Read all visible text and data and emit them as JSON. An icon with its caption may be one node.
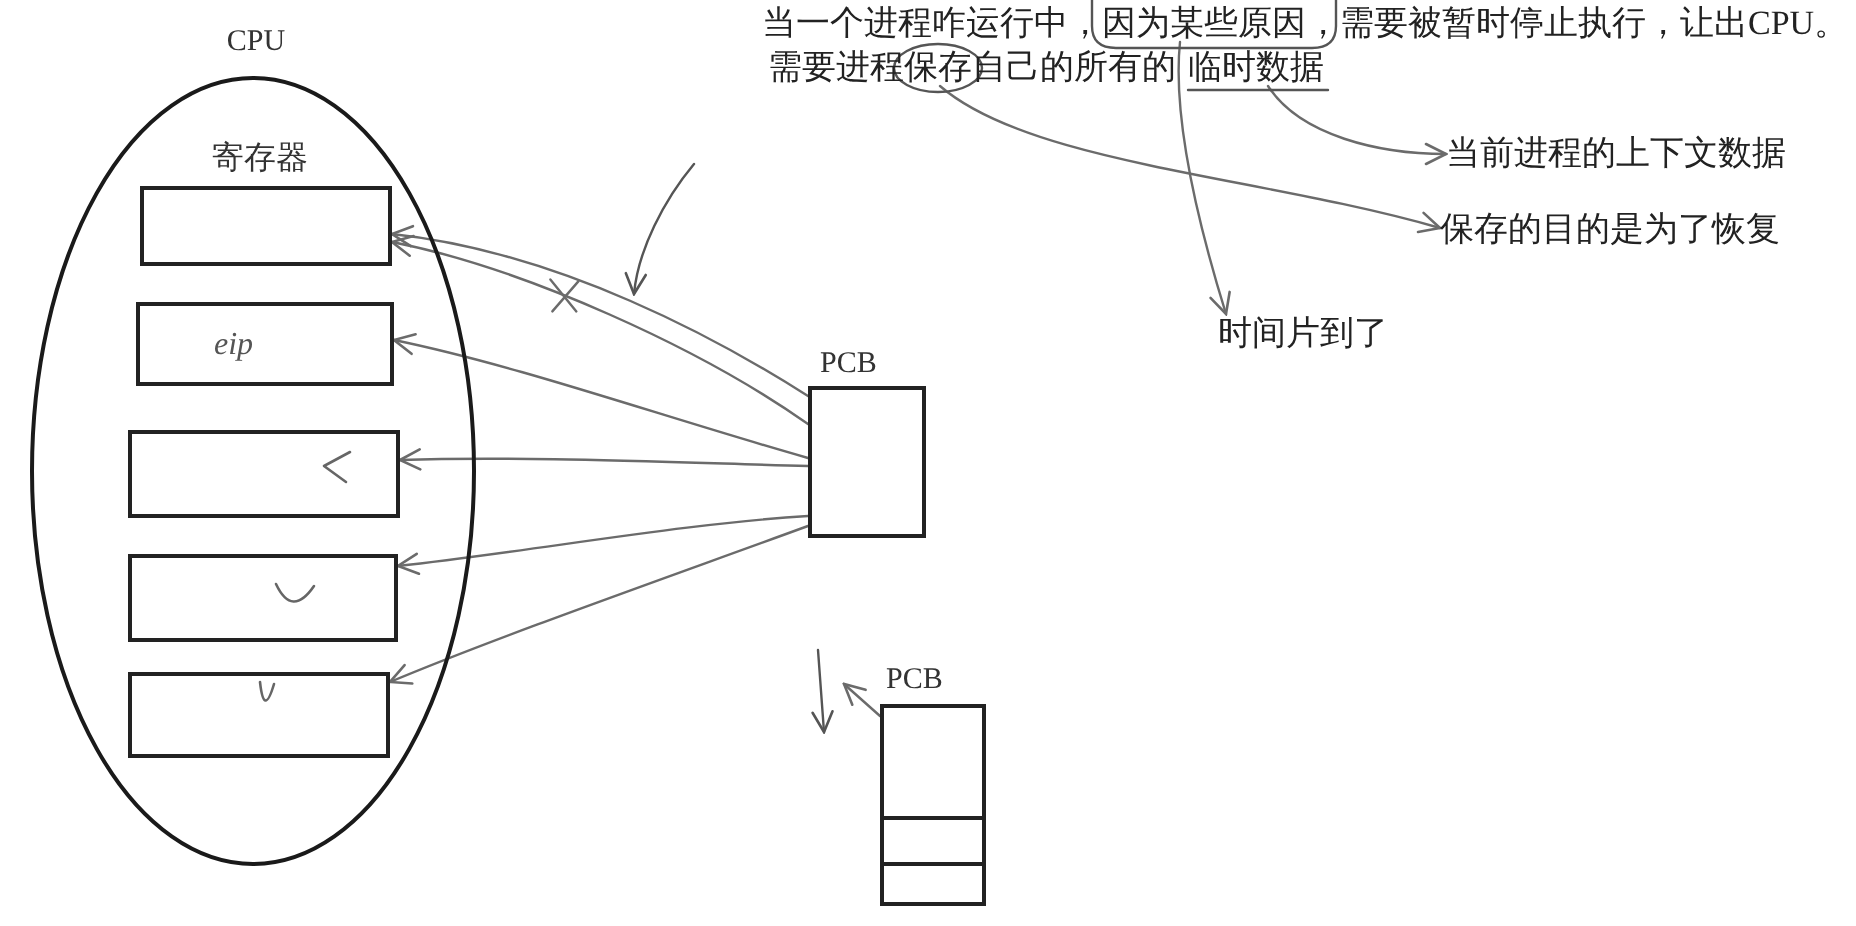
{
  "diagram": {
    "nodes": [
      {
        "text": [
          "CPU",
          "寄存器"
        ]
      },
      {
        "text": [],
        "shape": "box",
        "in": 0
      },
      {
        "text": [
          "eip"
        ],
        "in": 0
      },
      {
        "text": [],
        "shape": "box",
        "in": 0
      },
      {
        "text": [],
        "shape": "box",
        "in": 0
      },
      {
        "text": [],
        "shape": "box",
        "in": 0
      },
      {
        "text": [
          "PCB"
        ]
      },
      {
        "text": [
          "PCB"
        ]
      },
      {
        "text": [],
        "shape": "box",
        "in": 7
      },
      {
        "text": [
          "当一个进程咋运行中，因为某些原因，需要被暂时停止执行，让出CPU。"
        ]
      },
      {
        "text": [
          "需要进程保存自己的所有的"
        ]
      },
      {
        "text": [
          "临时数据"
        ]
      },
      {
        "text": [
          "当前进程的上下文数据"
        ]
      },
      {
        "text": [
          "保存的目的是为了恢复"
        ]
      },
      {
        "text": [
          "时间片到了"
        ]
      }
    ],
    "edges": [
      {
        "from": 6,
        "to": 1,
        "arrow": "to"
      },
      {
        "from": 6,
        "to": 1,
        "arrow": "to"
      },
      {
        "from": 6,
        "to": 2,
        "arrow": "to"
      },
      {
        "from": 6,
        "to": 3,
        "arrow": "to"
      },
      {
        "from": 6,
        "to": 4,
        "arrow": "to"
      },
      {
        "from": 6,
        "to": 5,
        "arrow": "to"
      },
      {
        "from": 9,
        "to": 14,
        "arrow": "to"
      },
      {
        "from": 10,
        "to": 13,
        "arrow": "to"
      },
      {
        "from": 11,
        "to": 12,
        "arrow": "to"
      },
      {
        "from": 7,
        "to": null,
        "arrow": "to"
      }
    ]
  }
}
